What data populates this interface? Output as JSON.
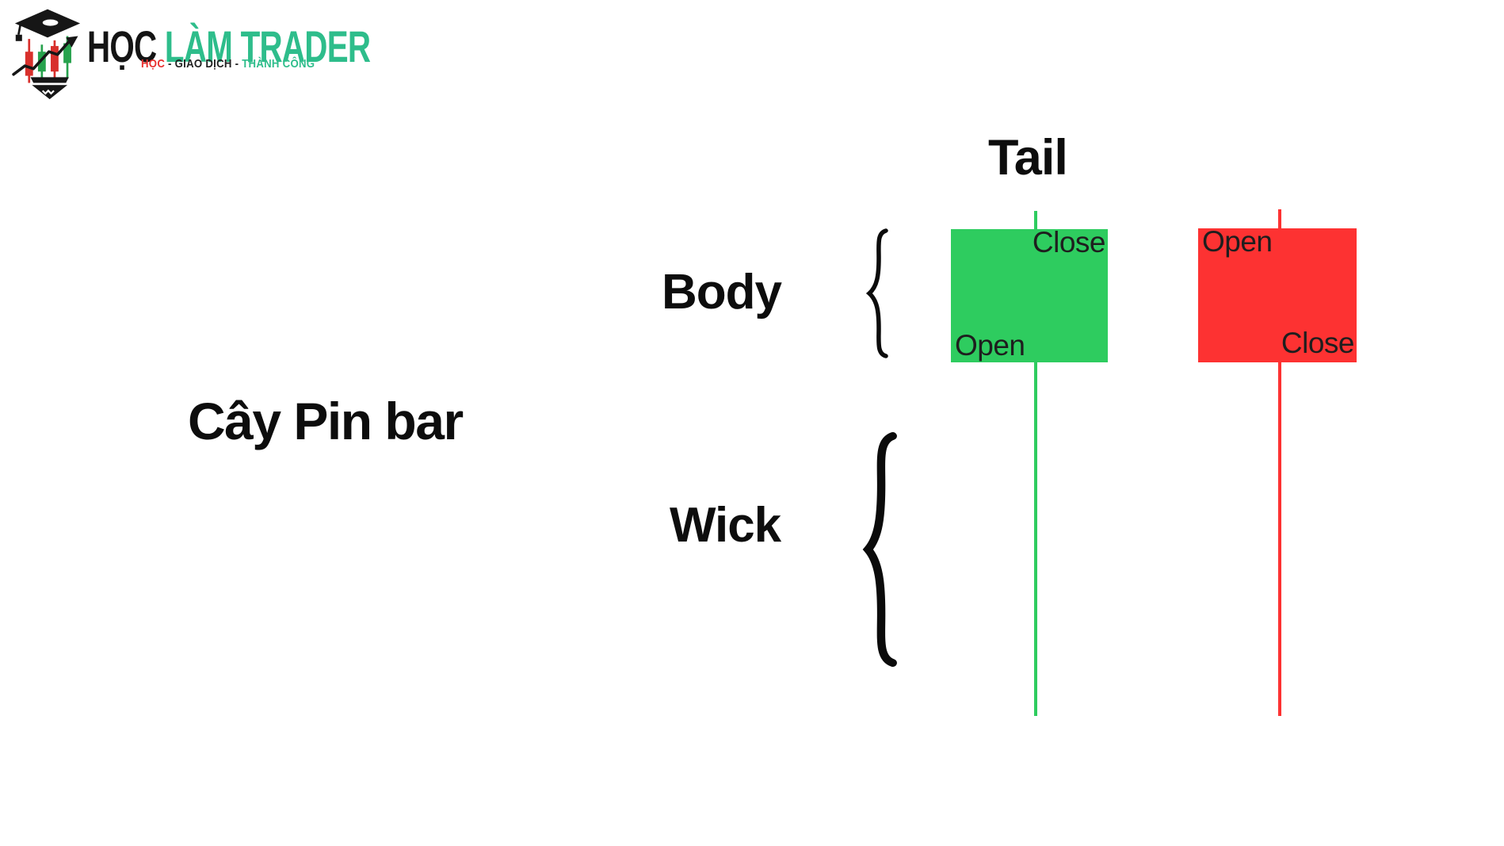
{
  "logo": {
    "title": {
      "part_black": "HỌC",
      "part_green": "LÀM TRADER"
    },
    "tagline": {
      "part_red": "HỌC",
      "part_black": " - GIAO DỊCH - ",
      "part_green": "THÀNH CÔNG"
    },
    "colors": {
      "brand_green": "#2ebd8b",
      "brand_red": "#e8312f",
      "title_black": "#141414"
    }
  },
  "diagram": {
    "caption": "Cây Pin bar",
    "tail_label": "Tail",
    "body_label": "Body",
    "wick_label": "Wick",
    "candles": {
      "bullish": {
        "top_label": "Close",
        "bottom_label": "Open",
        "color": "#2ecc5f"
      },
      "bearish": {
        "top_label": "Open",
        "bottom_label": "Close",
        "color": "#fd3232"
      }
    },
    "label_text_color": "#1e1e1e"
  }
}
